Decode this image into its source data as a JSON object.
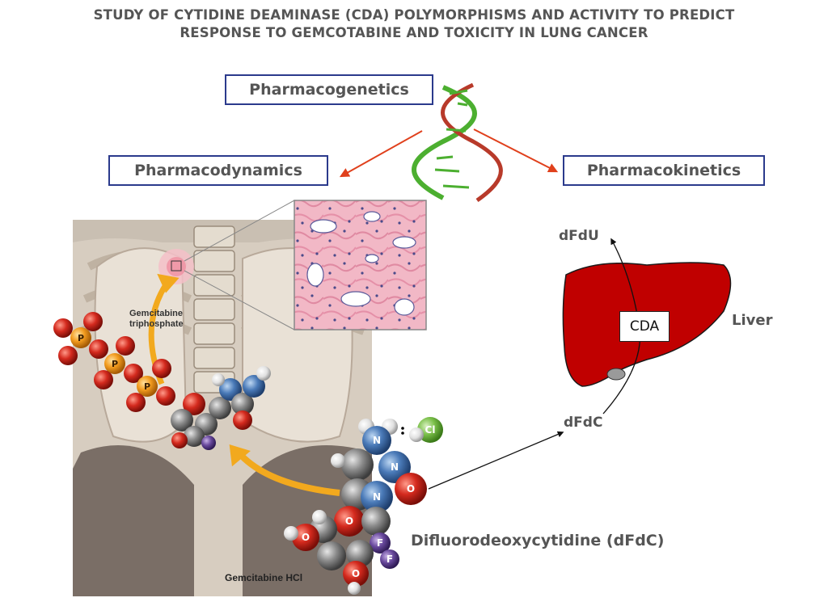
{
  "title": {
    "line1": "STUDY OF CYTIDINE DEAMINASE (CDA) POLYMORPHISMS AND ACTIVITY TO PREDICT",
    "line2": "RESPONSE TO GEMCOTABINE AND TOXICITY IN LUNG CANCER"
  },
  "boxes": {
    "pharmacogenetics": "Pharmacogenetics",
    "pharmacodynamics": "Pharmacodynamics",
    "pharmacokinetics": "Pharmacokinetics"
  },
  "liver": {
    "label": "Liver",
    "enzyme": "CDA",
    "metabolite_out": "dFdU",
    "metabolite_in": "dFdC",
    "color": "#c00000"
  },
  "molecule": {
    "name": "Difluorodeoxycytidine (dFdC)",
    "salt_label": "Gemcitabine HCl",
    "triphosphate_label": "Gemcitabine triphosphate",
    "atom_labels": {
      "phosphorus": "P",
      "oxygen": "O",
      "nitrogen": "N",
      "fluorine": "F",
      "chlorine": "Cl"
    }
  },
  "colors": {
    "box_border": "#2b3a8c",
    "arrow_red": "#e0401c",
    "dna_green": "#4caf30",
    "dna_red": "#b83a2a",
    "orange_arrow": "#f2a91e"
  }
}
